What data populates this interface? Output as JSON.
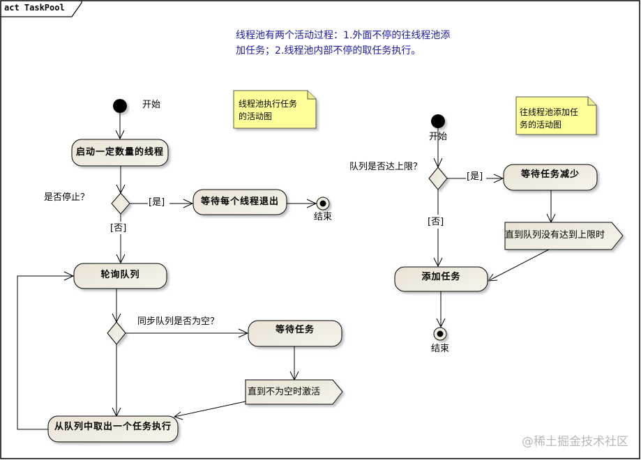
{
  "frame": {
    "title": "act TaskPool"
  },
  "description": "线程池有两个活动过程：1.外面不停的往线程池添\n加任务；2.线程池内部不停的取任务执行。",
  "description_lines": [
    "线程池有两个活动过程：1.外面不停的往线程池添",
    "加任务；2.线程池内部不停的取任务执行。"
  ],
  "colors": {
    "action_fill_start": "#e9e3d4",
    "action_fill_end": "#f7f4ec",
    "note_fill": "#ffff99",
    "description_text": "#1a1aa0",
    "watermark": "#b8b8b8"
  },
  "left_diagram": {
    "note": [
      "线程池执行任务",
      "的活动图"
    ],
    "start_label": "开始",
    "end_label": "结束",
    "actions": {
      "start_threads": "启动一定数量的线程",
      "wait_threads_exit": "等待每个线程退出",
      "poll_queue": "轮询队列",
      "wait_task": "等待任务",
      "take_and_execute": "从队列中取出一个任务执行"
    },
    "decisions": {
      "stop_question": "是否停止？",
      "queue_empty_question": "同步队列是否为空？"
    },
    "guards": {
      "yes": "[是]",
      "no": "[否]"
    },
    "signal": "直到不为空时激活"
  },
  "right_diagram": {
    "note": [
      "往线程池添加任",
      "务的活动图"
    ],
    "start_label": "开始",
    "end_label": "结束",
    "actions": {
      "wait_task_decrease": "等待任务减少",
      "add_task": "添加任务"
    },
    "decisions": {
      "limit_question": "队列是否达上限？"
    },
    "guards": {
      "yes": "[是]",
      "no": "[否]"
    },
    "signal": "直到队列没有达到上限时"
  },
  "watermark": "@稀土掘金技术社区"
}
